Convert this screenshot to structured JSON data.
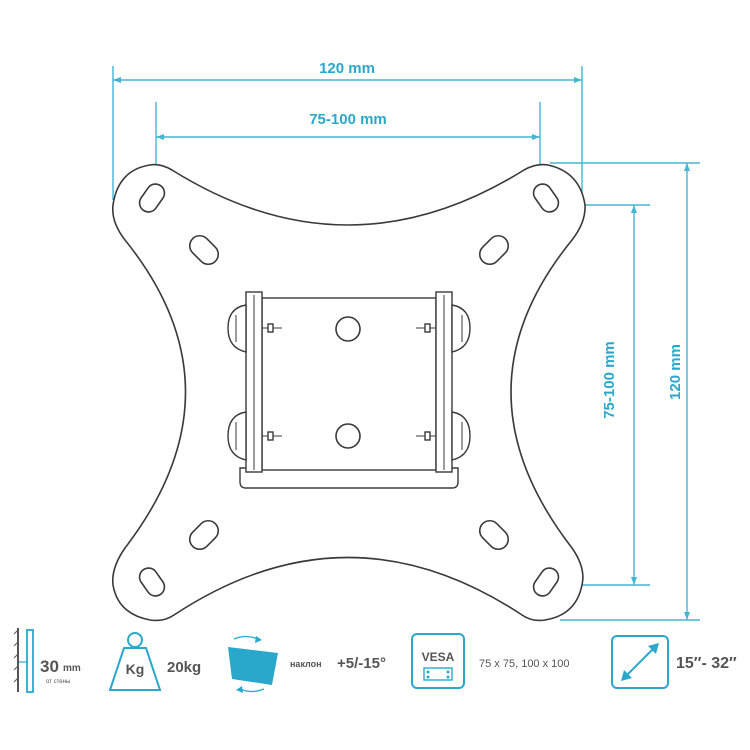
{
  "dimensions": {
    "top_outer": "120 mm",
    "top_inner": "75-100 mm",
    "right_inner": "75-100 mm",
    "right_outer": "120 mm"
  },
  "specs": {
    "wall_distance": {
      "value": "30",
      "unit": "mm",
      "caption": "от стены"
    },
    "weight": {
      "badge": "Kg",
      "value": "20kg"
    },
    "tilt": {
      "label": "наклон",
      "value": "+5/-15°"
    },
    "vesa": {
      "badge": "VESA",
      "value": "75 x 75, 100 x 100"
    },
    "screen_size": {
      "value": "15″- 32″"
    }
  },
  "colors": {
    "accent": "#2aa8cc",
    "outline": "#3a3a3a",
    "text_gray": "#555555"
  },
  "icons": [
    "wall-bracket-icon",
    "weight-icon",
    "tilt-icon",
    "vesa-icon",
    "diagonal-icon"
  ]
}
